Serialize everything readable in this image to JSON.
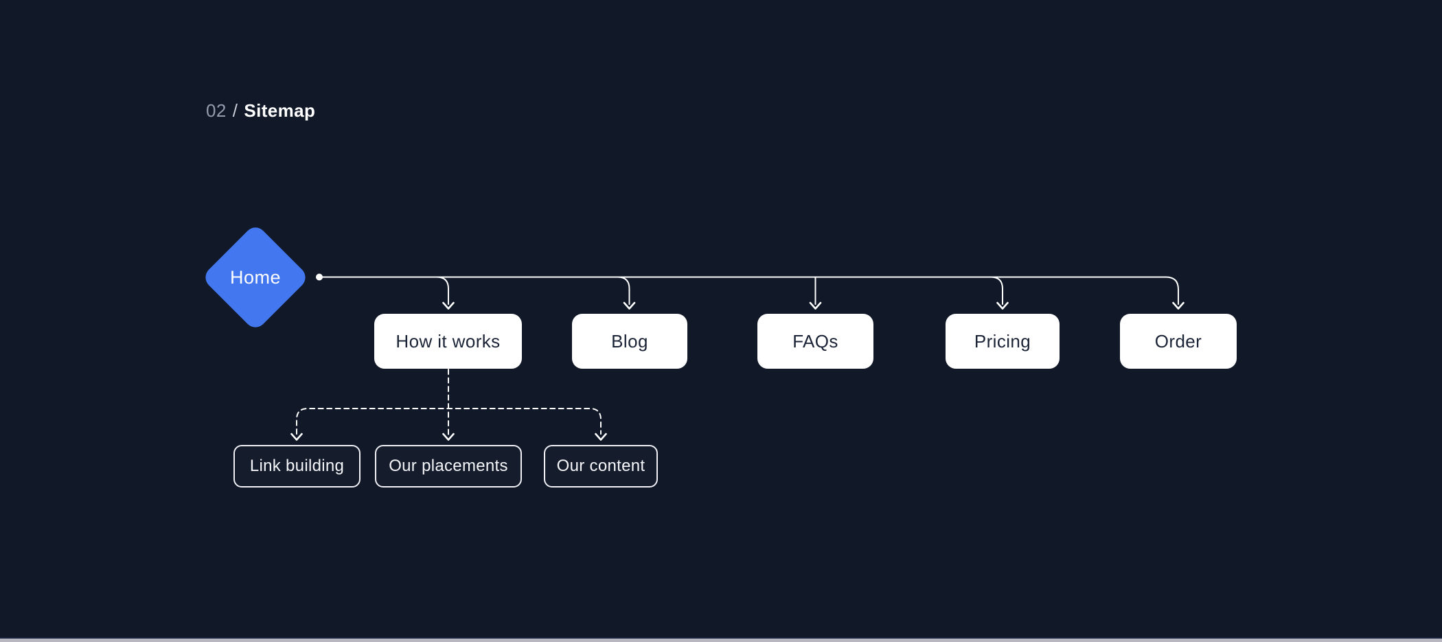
{
  "heading": {
    "number": "02",
    "separator": "/",
    "title": "Sitemap"
  },
  "colors": {
    "background": "#111828",
    "accent_blue": "#4277F0",
    "node_fill": "#FFFFFF",
    "node_text": "#1B2336",
    "line": "#FFFFFF",
    "muted_text": "#959CAD",
    "bottom_strip": "#B6B7C1"
  },
  "sitemap": {
    "root": {
      "label": "Home",
      "shape": "diamond"
    },
    "primary_pages": [
      {
        "label": "How it works"
      },
      {
        "label": "Blog"
      },
      {
        "label": "FAQs"
      },
      {
        "label": "Pricing"
      },
      {
        "label": "Order"
      }
    ],
    "secondary_pages": [
      {
        "label": "Link building",
        "parent": "How it works"
      },
      {
        "label": "Our placements",
        "parent": "How it works"
      },
      {
        "label": "Our content",
        "parent": "How it works"
      }
    ]
  }
}
